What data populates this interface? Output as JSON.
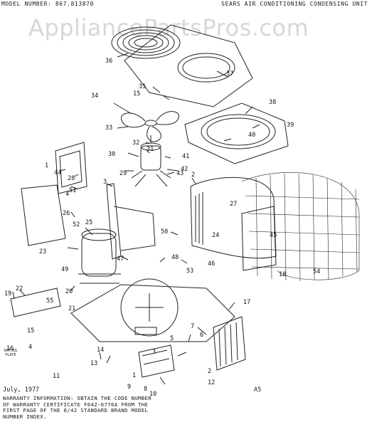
{
  "header": {
    "model": "MODEL NUMBER: 867.813870",
    "title": "SEARS AIR CONDITIONING CONDENSING UNIT"
  },
  "watermark": "AppliancePartsPros.com",
  "callouts": [
    "36",
    "37",
    "35",
    "15",
    "34",
    "38",
    "39",
    "33",
    "40",
    "32",
    "31",
    "41",
    "30",
    "42",
    "1",
    "29",
    "43",
    "44",
    "28",
    "2",
    "3",
    "4",
    "51",
    "27",
    "26",
    "25",
    "52",
    "45",
    "50",
    "24",
    "23",
    "49",
    "46",
    "47",
    "48",
    "53",
    "54",
    "18",
    "19",
    "22",
    "20",
    "21",
    "55",
    "17",
    "16",
    "15",
    "4",
    "7",
    "6",
    "5",
    "3",
    "2",
    "12",
    "13",
    "14",
    "11",
    "9",
    "8",
    "10",
    "1"
  ],
  "rating_plate": "RATING PLATE",
  "footer": {
    "date": "July, 1977",
    "page_code": "A5",
    "warranty_lines": [
      "WARRANTY INFORMATION: OBTAIN THE CODE NUMBER",
      "OF WARRANTY CERTIFICATE F642-6776A FROM THE",
      "FIRST PAGE OF THE 8/42 STANDARD BRAND MODEL",
      "NUMBER INDEX."
    ]
  }
}
